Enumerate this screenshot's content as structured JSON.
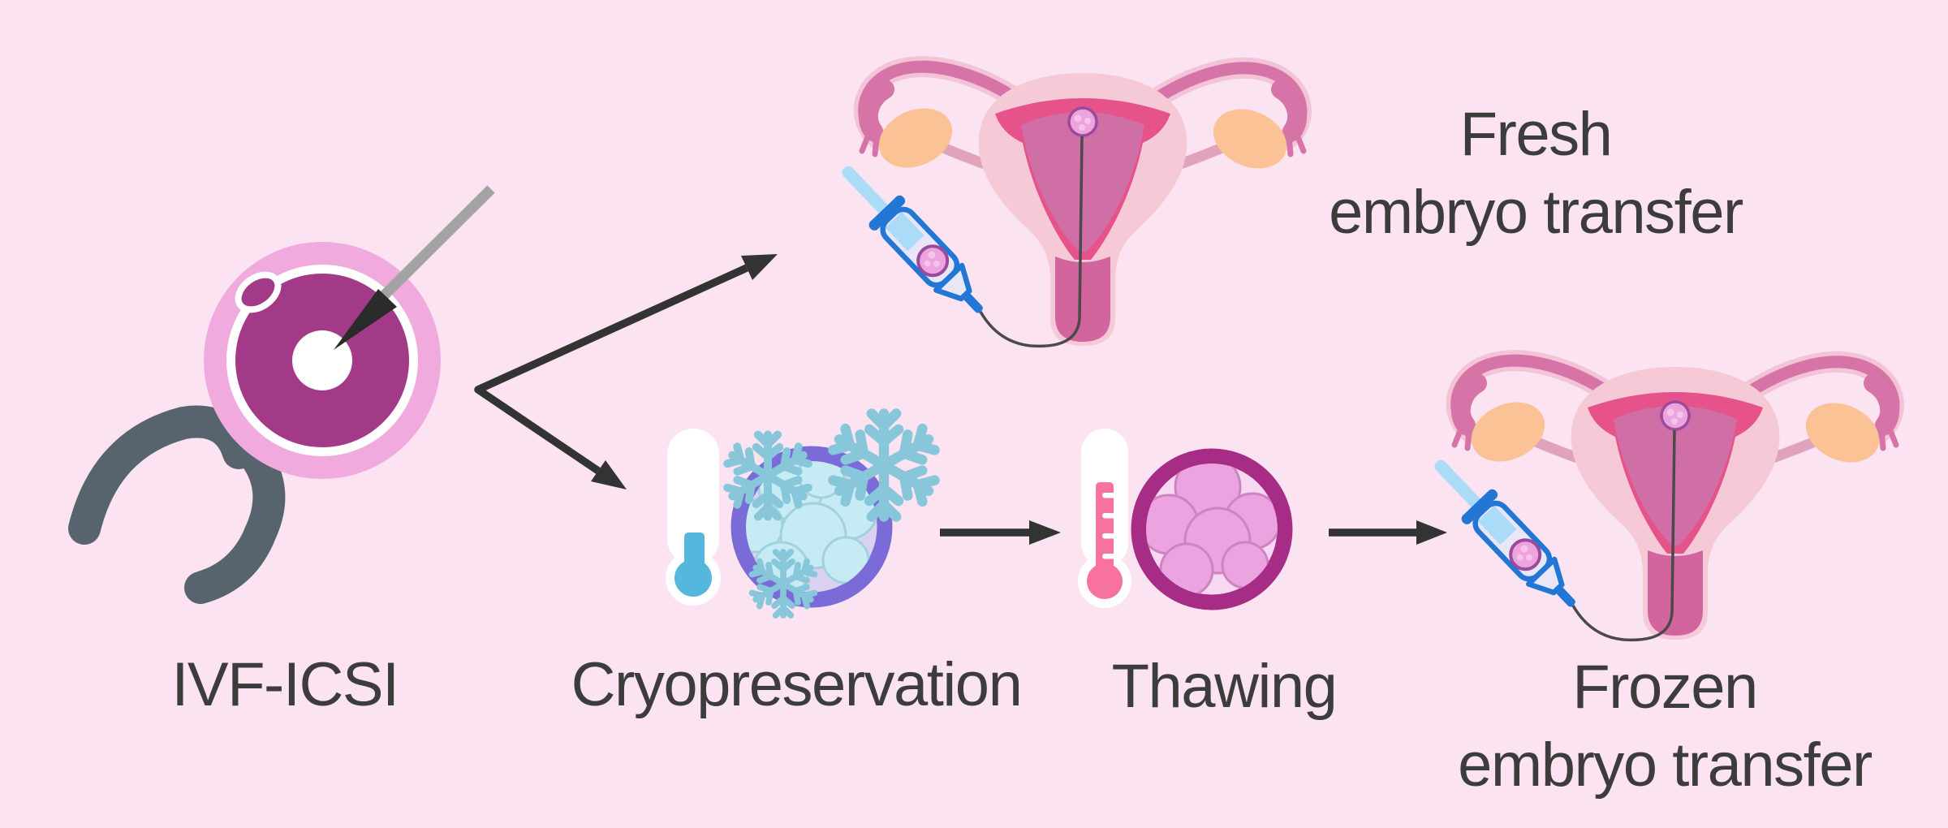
{
  "labels": {
    "ivf_icsi": "IVF-ICSI",
    "cryopreservation": "Cryopreservation",
    "thawing": "Thawing",
    "fresh_line1": "Fresh",
    "fresh_line2": "embryo transfer",
    "frozen_line1": "Frozen",
    "frozen_line2": "embryo transfer"
  },
  "flow": [
    {
      "from": "IVF-ICSI",
      "to": "Fresh embryo transfer"
    },
    {
      "from": "IVF-ICSI",
      "to": "Cryopreservation"
    },
    {
      "from": "Cryopreservation",
      "to": "Thawing"
    },
    {
      "from": "Thawing",
      "to": "Frozen embryo transfer"
    }
  ],
  "icons": {
    "ivf_icsi": [
      "egg-cell-icon",
      "icsi-needle-icon",
      "holding-pipette-icon"
    ],
    "fresh_transfer": [
      "uterus-icon",
      "syringe-catheter-icon",
      "embryo-icon"
    ],
    "cryopreservation": [
      "thermometer-cold-icon",
      "frozen-embryo-icon",
      "snowflake-icon"
    ],
    "thawing": [
      "thermometer-warm-icon",
      "embryo-icon"
    ],
    "frozen_transfer": [
      "uterus-icon",
      "syringe-catheter-icon",
      "embryo-icon"
    ]
  },
  "colors": {
    "background": "#fbe3f1",
    "text_color": "#3c3c3c",
    "arrow": "#333333",
    "egg_halo": "#f0aade",
    "egg_magenta": "#a23a88",
    "needle_gray": "#a3a3a3",
    "needle_tip": "#2b2b2b",
    "pipette_gray": "#57646d",
    "uterus_body": "#f6c9d6",
    "lining_dark": "#e5538a",
    "lining_inner": "#d06fa6",
    "vagina_pink": "#d2659e",
    "tube_pink": "#d674a8",
    "tube_rim": "#f3c3d6",
    "ovary_peach": "#fbc296",
    "ligament_pink": "#dfa3bb",
    "embryo_pink": "#eda4de",
    "embryo_outline": "#9c4a9b",
    "embryo_dot": "#f5c3ec",
    "syringe_blue": "#2277d5",
    "syringe_light": "#aadcf7",
    "barrel_fill": "#e9e6f8",
    "catheter_gray": "#4a4a4a",
    "cryo_ring": "#7b6bd8",
    "cryo_inner": "#dbd1f3",
    "cryo_cell": "#c6ebf5",
    "cryo_cell_edge": "#a3d2df",
    "snowflake": "#87c7d9",
    "thermo_cold": "#56b7de",
    "thermo_warm": "#f8729e",
    "thaw_ring": "#a62c85",
    "thaw_inner": "#f6d8f0",
    "thaw_cell": "#eba4e0",
    "thaw_cell_edge": "#cd84c0"
  }
}
